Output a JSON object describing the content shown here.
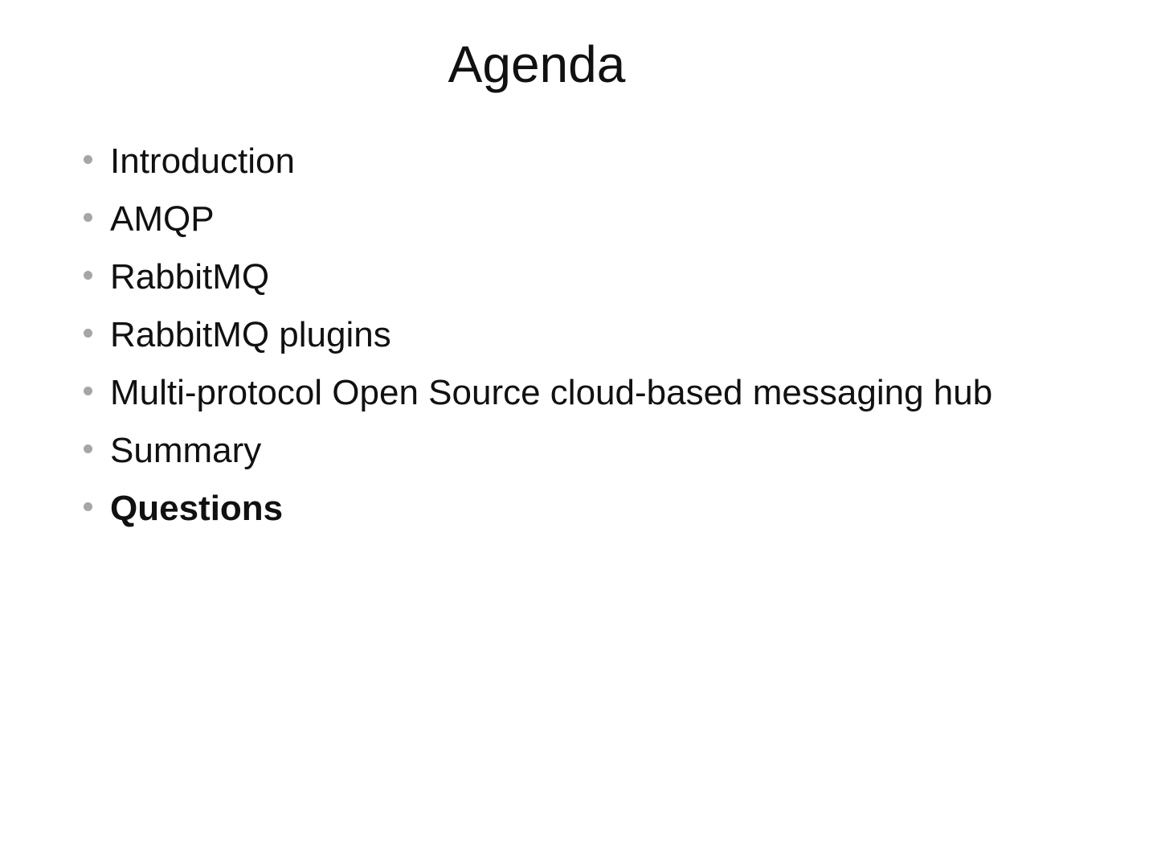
{
  "slide": {
    "title": "Agenda",
    "bullets": [
      {
        "label": "Introduction",
        "bold": false
      },
      {
        "label": "AMQP",
        "bold": false
      },
      {
        "label": "RabbitMQ",
        "bold": false
      },
      {
        "label": "RabbitMQ plugins",
        "bold": false
      },
      {
        "label": "Multi-protocol Open Source cloud-based messaging hub",
        "bold": false
      },
      {
        "label": "Summary",
        "bold": false
      },
      {
        "label": "Questions",
        "bold": true
      }
    ],
    "colors": {
      "background": "#ffffff",
      "text": "#111111",
      "bullet": "#a6a6a6"
    }
  }
}
